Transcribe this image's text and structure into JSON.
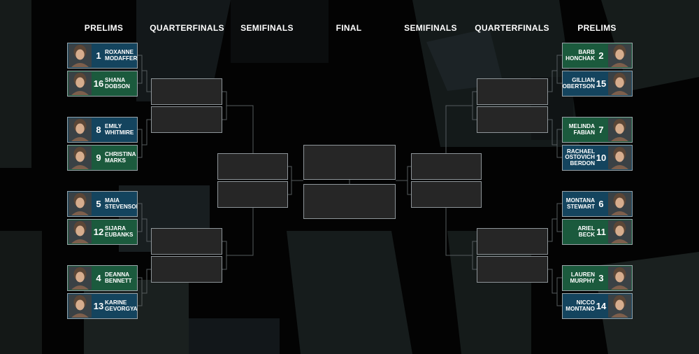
{
  "headers": {
    "left_prelims": "PRELIMS",
    "left_quarterfinals": "QUARTERFINALS",
    "left_semifinals": "SEMIFINALS",
    "final": "FINAL",
    "right_semifinals": "SEMIFINALS",
    "right_quarterfinals": "QUARTERFINALS",
    "right_prelims": "PRELIMS"
  },
  "left_fighters": [
    {
      "seed": "1",
      "line1": "ROXANNE",
      "line2": "MODAFFERI",
      "line3": "",
      "color": "blue",
      "photo": "fighter-photo"
    },
    {
      "seed": "16",
      "line1": "SHANA",
      "line2": "DOBSON",
      "line3": "",
      "color": "green",
      "photo": "fighter-photo"
    },
    {
      "seed": "8",
      "line1": "EMILY",
      "line2": "WHITMIRE",
      "line3": "",
      "color": "blue",
      "photo": "fighter-photo"
    },
    {
      "seed": "9",
      "line1": "CHRISTINA",
      "line2": "MARKS",
      "line3": "",
      "color": "green",
      "photo": "fighter-photo"
    },
    {
      "seed": "5",
      "line1": "MAIA",
      "line2": "STEVENSON",
      "line3": "",
      "color": "blue",
      "photo": "fighter-photo"
    },
    {
      "seed": "12",
      "line1": "SIJARA",
      "line2": "EUBANKS",
      "line3": "",
      "color": "green",
      "photo": "fighter-photo"
    },
    {
      "seed": "4",
      "line1": "DEANNA",
      "line2": "BENNETT",
      "line3": "",
      "color": "green",
      "photo": "fighter-photo"
    },
    {
      "seed": "13",
      "line1": "KARINE",
      "line2": "GEVORGYAN",
      "line3": "",
      "color": "blue",
      "photo": "fighter-photo"
    }
  ],
  "right_fighters": [
    {
      "seed": "2",
      "line1": "BARB",
      "line2": "HONCHAK",
      "line3": "",
      "color": "green",
      "photo": "fighter-photo"
    },
    {
      "seed": "15",
      "line1": "GILLIAN",
      "line2": "ROBERTSON",
      "line3": "",
      "color": "blue",
      "photo": "fighter-photo"
    },
    {
      "seed": "7",
      "line1": "MELINDA",
      "line2": "FABIAN",
      "line3": "",
      "color": "green",
      "photo": "fighter-photo"
    },
    {
      "seed": "10",
      "line1": "RACHAEL",
      "line2": "OSTOVICH",
      "line3": "BERDON",
      "color": "blue",
      "photo": "fighter-photo"
    },
    {
      "seed": "6",
      "line1": "MONTANA",
      "line2": "STEWART",
      "line3": "",
      "color": "blue",
      "photo": "fighter-photo"
    },
    {
      "seed": "11",
      "line1": "ARIEL",
      "line2": "BECK",
      "line3": "",
      "color": "green",
      "photo": "fighter-photo"
    },
    {
      "seed": "3",
      "line1": "LAUREN",
      "line2": "MURPHY",
      "line3": "",
      "color": "green",
      "photo": "fighter-photo"
    },
    {
      "seed": "14",
      "line1": "NICCO",
      "line2": "MONTANO",
      "line3": "",
      "color": "blue",
      "photo": "fighter-photo"
    }
  ],
  "colors": {
    "blue": "#14445e",
    "green": "#1b5a3d",
    "slot_fill": "#262626",
    "slot_border": "#8e9599",
    "connector": "#555b5e",
    "background": "#030303"
  }
}
